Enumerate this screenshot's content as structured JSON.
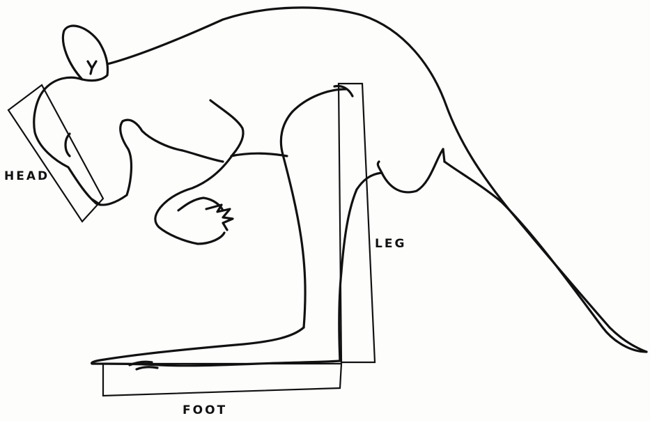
{
  "figure": {
    "subject": "kangaroo",
    "labels": {
      "head": "HEAD",
      "leg": "LEG",
      "foot": "FOOT"
    },
    "colors": {
      "ink": "#111111",
      "paper": "#fdfdfc"
    }
  }
}
